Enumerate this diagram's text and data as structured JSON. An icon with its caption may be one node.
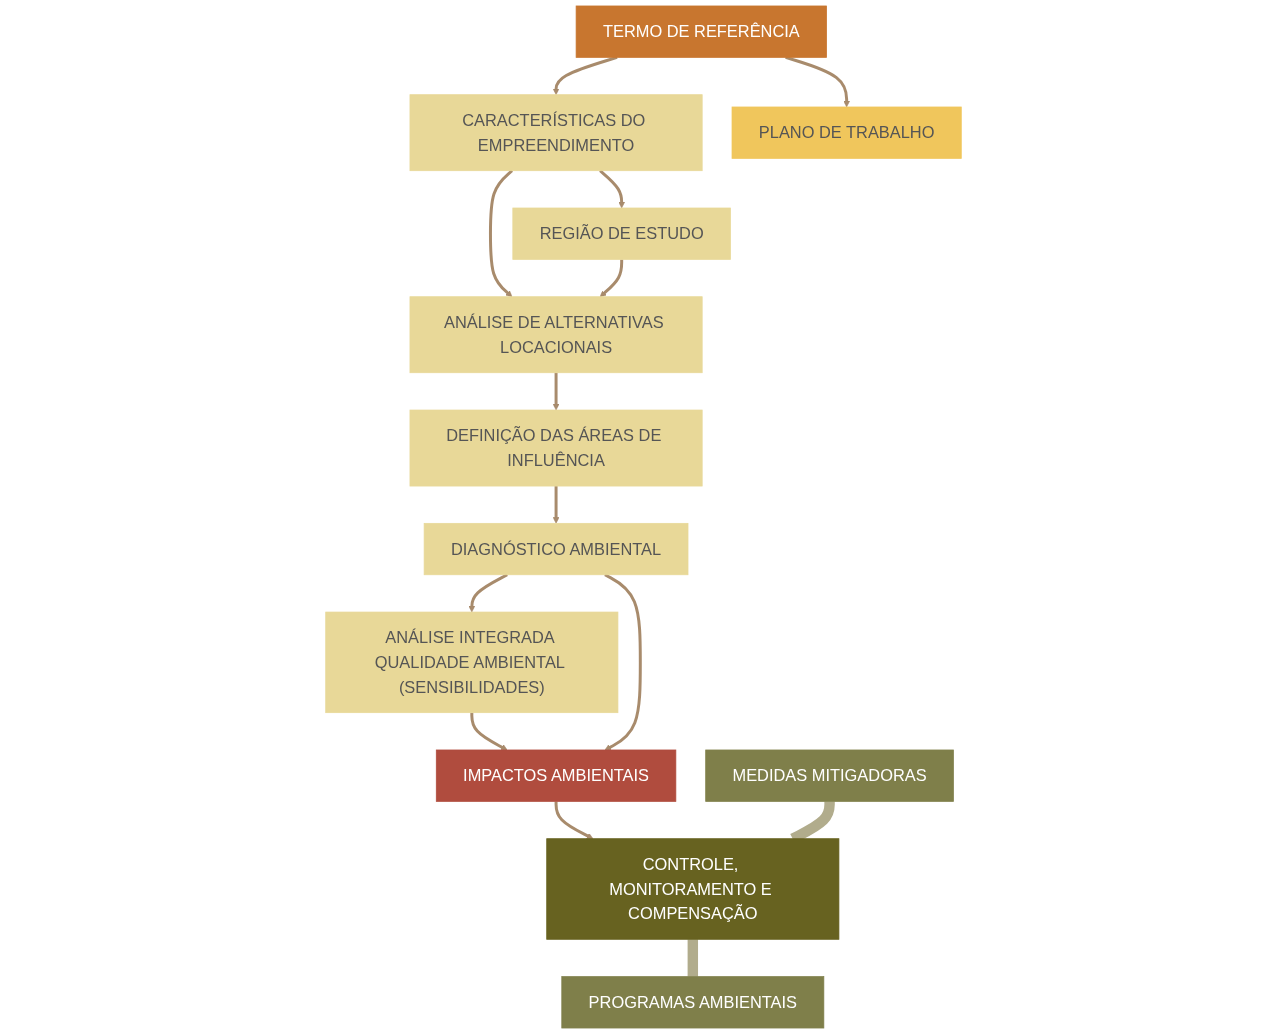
{
  "diagram": {
    "nodes": [
      {
        "text": [
          "TERMO DE REFERÊNCIA"
        ]
      },
      {
        "text": [
          "CARACTERÍSTICAS DO EMPREENDIMENTO"
        ]
      },
      {
        "text": [
          "REGIÃO DE ESTUDO"
        ]
      },
      {
        "text": [
          "PLANO DE TRABALHO"
        ]
      },
      {
        "text": [
          "ANÁLISE DE ALTERNATIVAS LOCACIONAIS"
        ]
      },
      {
        "text": [
          "DEFINIÇÃO DAS ÁREAS DE INFLUÊNCIA"
        ]
      },
      {
        "text": [
          "DIAGNÓSTICO AMBIENTAL"
        ]
      },
      {
        "text": [
          "ANÁLISE INTEGRADA QUALIDADE AMBIENTAL (SENSIBILIDADES)"
        ]
      },
      {
        "text": [
          "IMPACTOS AMBIENTAIS"
        ]
      },
      {
        "text": [
          "MEDIDAS MITIGADORAS"
        ]
      },
      {
        "text": [
          "CONTROLE, MONITORAMENTO E COMPENSAÇÃO"
        ]
      },
      {
        "text": [
          "PROGRAMAS AMBIENTAIS"
        ]
      }
    ],
    "edges": [
      {
        "from": 0,
        "to": 1,
        "arrow": "to"
      },
      {
        "from": 0,
        "to": 3,
        "arrow": "to"
      },
      {
        "from": 1,
        "to": 2,
        "arrow": "to"
      },
      {
        "from": 1,
        "to": 4,
        "arrow": "to"
      },
      {
        "from": 2,
        "to": 4,
        "arrow": "to"
      },
      {
        "from": 4,
        "to": 5,
        "arrow": "to"
      },
      {
        "from": 5,
        "to": 6,
        "arrow": "to"
      },
      {
        "from": 6,
        "to": 7,
        "arrow": "to"
      },
      {
        "from": 7,
        "to": 8,
        "arrow": "to"
      },
      {
        "from": 6,
        "to": 8,
        "arrow": "to"
      },
      {
        "from": 8,
        "to": 10,
        "arrow": "to"
      },
      {
        "from": 9,
        "to": 10,
        "arrow": "none",
        "style": "thick",
        "color": "#b1ac8c"
      },
      {
        "from": 10,
        "to": 11,
        "arrow": "none",
        "style": "thick",
        "color": "#b1ac8c"
      }
    ]
  }
}
